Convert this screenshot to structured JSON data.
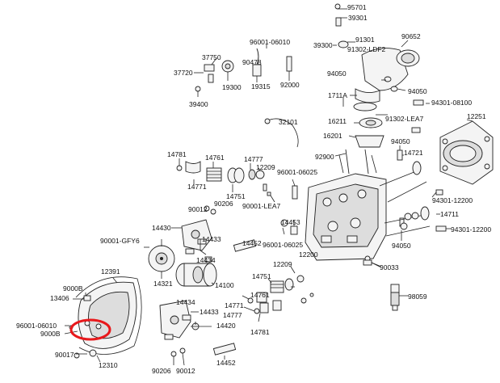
{
  "labels": {
    "p95701": "95701",
    "p39301": "39301",
    "p96001_06010_top": "96001-06010",
    "p91301": "91301",
    "p90652": "90652",
    "p39300": "39300",
    "p91302_ldf2": "91302-LDF2",
    "p37750": "37750",
    "p90478": "90478",
    "p37720": "37720",
    "p19300": "19300",
    "p19315": "19315",
    "p92000": "92000",
    "p39400": "39400",
    "p94050_a": "94050",
    "p94050_b": "94050",
    "p1711a": "1711A",
    "p94301_08100": "94301-08100",
    "p12251": "12251",
    "p32101": "32101",
    "p16211": "16211",
    "p91302_lea7": "91302-LEA7",
    "p16201": "16201",
    "p14781_a": "14781",
    "p14761": "14761",
    "p14777": "14777",
    "p12209_a": "12209",
    "p14771": "14771",
    "p14751_a": "14751",
    "p96001_06025_a": "96001-06025",
    "p92900": "92900",
    "p94050_c": "94050",
    "p14721": "14721",
    "p90012_a": "90012",
    "p90206_a": "90206",
    "p90001_lea7": "90001-LEA7",
    "p94301_12200_a": "94301-12200",
    "p14711": "14711",
    "p14453": "14453",
    "p14430": "14430",
    "p94301_12200_b": "94301-12200",
    "p90001_gfy6": "90001-GFY6",
    "p14433_a": "14433",
    "p14434_a": "14434",
    "p14452_a": "14452",
    "p96001_06025_b": "96001-06025",
    "p94050_d": "94050",
    "p12200": "12200",
    "p90033": "90033",
    "p12391": "12391",
    "p14321": "14321",
    "p14100": "14100",
    "p12209_b": "12209",
    "p14751_b": "14751",
    "p9000b_a": "9000B",
    "p13406": "13406",
    "p14761_b": "14761",
    "p98059": "98059",
    "p14434_b": "14434",
    "p14433_b": "14433",
    "p14771_b": "14771",
    "p14777_b": "14777",
    "p96001_06010_b": "96001-06010",
    "p9000b_b": "9000B",
    "p14420": "14420",
    "p14781_b": "14781",
    "p90017": "90017",
    "p12310": "12310",
    "p14452_b": "14452",
    "p90206_b": "90206",
    "p90012_b": "90012"
  },
  "highlight_color": "#e8191c"
}
